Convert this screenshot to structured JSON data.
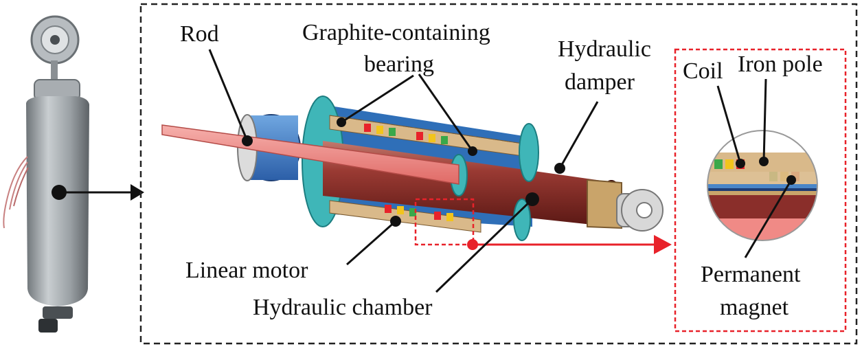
{
  "labels": {
    "rod": "Rod",
    "bearing_line1": "Graphite-containing",
    "bearing_line2": "bearing",
    "damper_line1": "Hydraulic",
    "damper_line2": "damper",
    "coil": "Coil",
    "iron_pole": "Iron pole",
    "linear_motor": "Linear motor",
    "hydraulic_chamber": "Hydraulic chamber",
    "magnet_line1": "Permanent",
    "magnet_line2": "magnet"
  },
  "colors": {
    "frame_dash": "#222222",
    "detail_box": "#e8222a",
    "rod": "#f08a86",
    "cylinder": "#8a2e2a",
    "outer_tube": "#4a86c8",
    "flange": "#3fb6b8",
    "coil_block": "#d9b98a",
    "eye": "#d8d8d8",
    "photo_body": "#9aa0a4"
  }
}
